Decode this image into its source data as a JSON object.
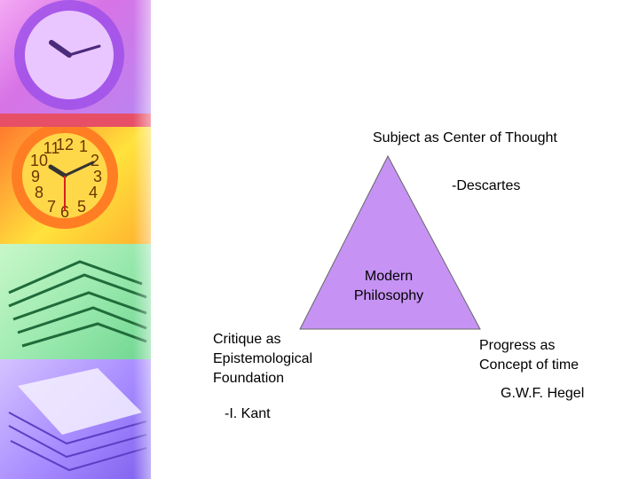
{
  "diagram": {
    "top_title": "Subject as Center of Thought",
    "top_author": "-Descartes",
    "center_label": "Modern\nPhilosophy",
    "left_title": "Critique as\nEpistemological\nFoundation",
    "left_author": "-I. Kant",
    "right_title": "Progress as\nConcept of time",
    "right_author": "G.W.F. Hegel",
    "triangle_color": "#c693f5"
  },
  "sidebar": {
    "images": [
      "clock-icon",
      "clock-icon",
      "papers-icon",
      "papers-icon"
    ]
  }
}
